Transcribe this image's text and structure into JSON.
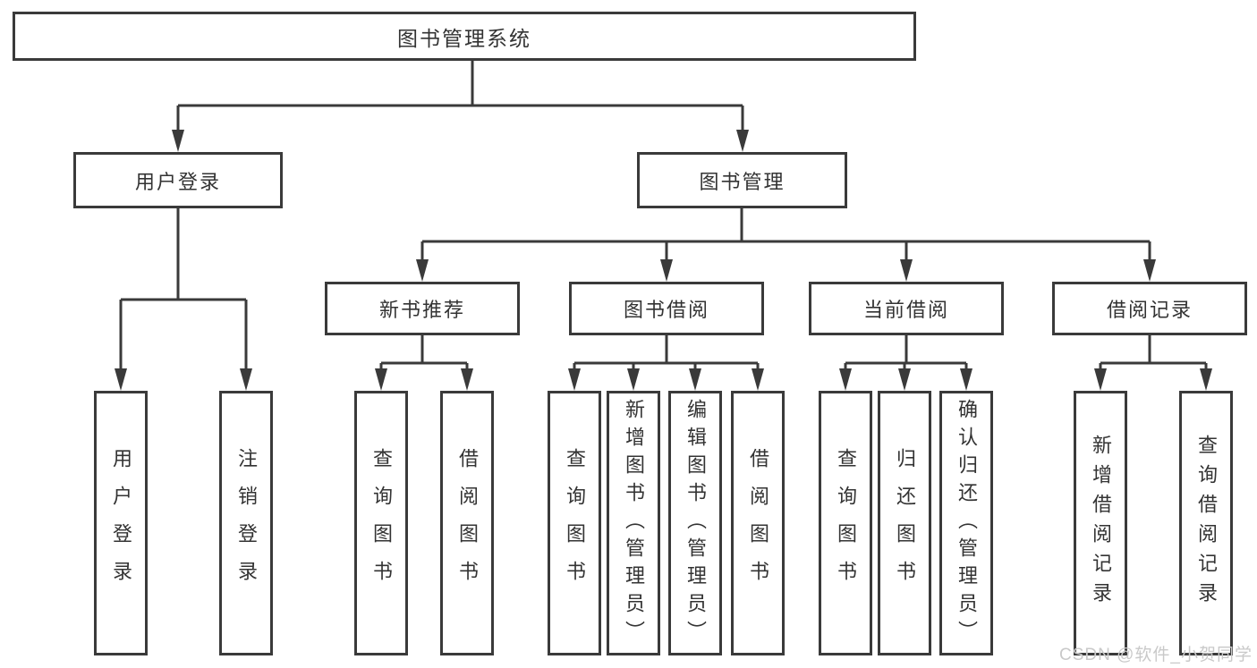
{
  "title": {
    "label": "图书管理系统"
  },
  "level1": {
    "user_login": "用户登录",
    "book_mgmt": "图书管理"
  },
  "level2": {
    "new_book": "新书推荐",
    "book_borrow": "图书借阅",
    "current_borrow": "当前借阅",
    "borrow_record": "借阅记录"
  },
  "leaves": {
    "user_login_login": "用户登录",
    "user_login_logout": "注销登录",
    "new_book_query": "查询图书",
    "new_book_borrow": "借阅图书",
    "book_borrow_query": "查询图书",
    "book_borrow_add": "新增图书（管理员）",
    "book_borrow_edit": "编辑图书（管理员）",
    "book_borrow_borrow": "借阅图书",
    "current_borrow_query": "查询图书",
    "current_borrow_return": "归还图书",
    "current_borrow_confirm": "确认归还（管理员）",
    "borrow_record_add": "新增借阅记录",
    "borrow_record_query": "查询借阅记录"
  },
  "watermark": "CSDN @软件_小贺同学",
  "colors": {
    "line": "#3a3a3a",
    "text": "#333333",
    "watermark": "#c9c9c9",
    "background": "#ffffff"
  }
}
